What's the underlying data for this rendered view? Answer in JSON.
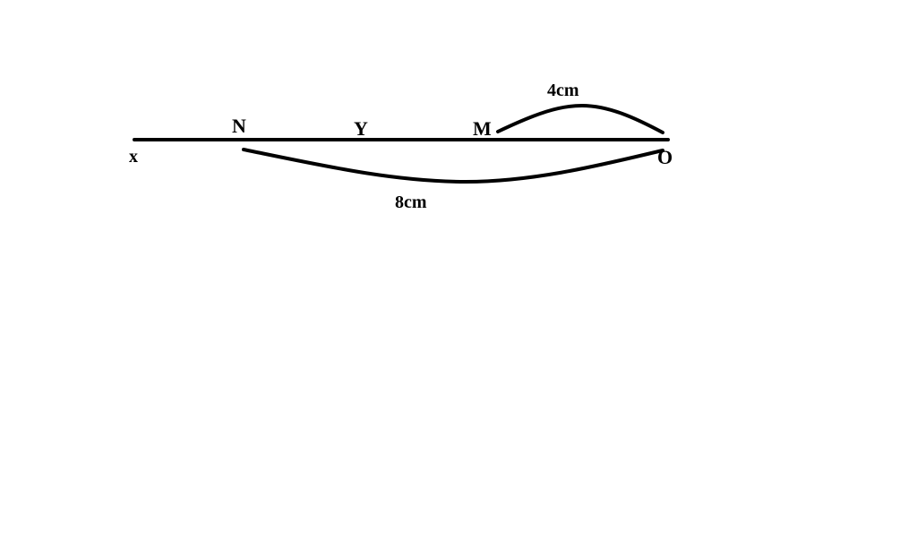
{
  "points": {
    "x": "x",
    "n": "N",
    "y": "Y",
    "m": "M",
    "o": "O"
  },
  "measurements": {
    "mo": "4cm",
    "no": "8cm"
  },
  "colors": {
    "ink": "#000000",
    "background": "#ffffff"
  }
}
